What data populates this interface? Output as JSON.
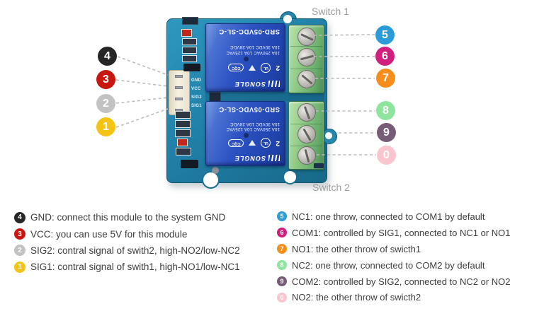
{
  "titles": {
    "switch1": "Switch 1",
    "switch2": "Switch 2"
  },
  "board": {
    "pins": [
      "GND",
      "VCC",
      "SIG2",
      "SIG1"
    ],
    "relay": {
      "model": "SRD-05VDC-SL-C",
      "rating1": "10A 250VAC 10A 125VAC",
      "rating2": "10A 30VDC 10A 28VDC",
      "brand": "SONGLE",
      "cert_num": "2",
      "cert_ul": "UL",
      "cert_cqc": "CQC"
    }
  },
  "callouts": {
    "left": [
      {
        "num": "4",
        "color": "#262626"
      },
      {
        "num": "3",
        "color": "#c8170e"
      },
      {
        "num": "2",
        "color": "#c2c2c2"
      },
      {
        "num": "1",
        "color": "#f3c413"
      }
    ],
    "right": [
      {
        "num": "5",
        "color": "#2b9cd8"
      },
      {
        "num": "6",
        "color": "#d01f7d"
      },
      {
        "num": "7",
        "color": "#f68e1e"
      },
      {
        "num": "8",
        "color": "#8fe59d"
      },
      {
        "num": "9",
        "color": "#765c76"
      },
      {
        "num": "0",
        "color": "#f9c6d0"
      }
    ]
  },
  "legend": {
    "left": [
      {
        "num": "4",
        "color": "#262626",
        "text": "GND: connect this module to the system GND"
      },
      {
        "num": "3",
        "color": "#c8170e",
        "text": "VCC: you can use 5V for this module"
      },
      {
        "num": "2",
        "color": "#c2c2c2",
        "text": "SIG2: contral signal of swith2, high-NO2/low-NC2"
      },
      {
        "num": "1",
        "color": "#f3c413",
        "text": "SIG1: contral signal of swith1, high-NO1/low-NC1"
      }
    ],
    "right": [
      {
        "num": "5",
        "color": "#2b9cd8",
        "text": "NC1: one throw, connected to COM1 by default"
      },
      {
        "num": "6",
        "color": "#d01f7d",
        "text": "COM1: controlled by SIG1, connected to NC1 or NO1"
      },
      {
        "num": "7",
        "color": "#f68e1e",
        "text": "NO1: the other throw of swicth1"
      },
      {
        "num": "8",
        "color": "#8fe59d",
        "text": "NC2: one throw, connected to COM2 by default"
      },
      {
        "num": "9",
        "color": "#765c76",
        "text": "COM2: controlled by SIG2, connected to NC2 or NO2"
      },
      {
        "num": "0",
        "color": "#f9c6d0",
        "text": "NO2: the other throw of swicth2"
      }
    ]
  }
}
